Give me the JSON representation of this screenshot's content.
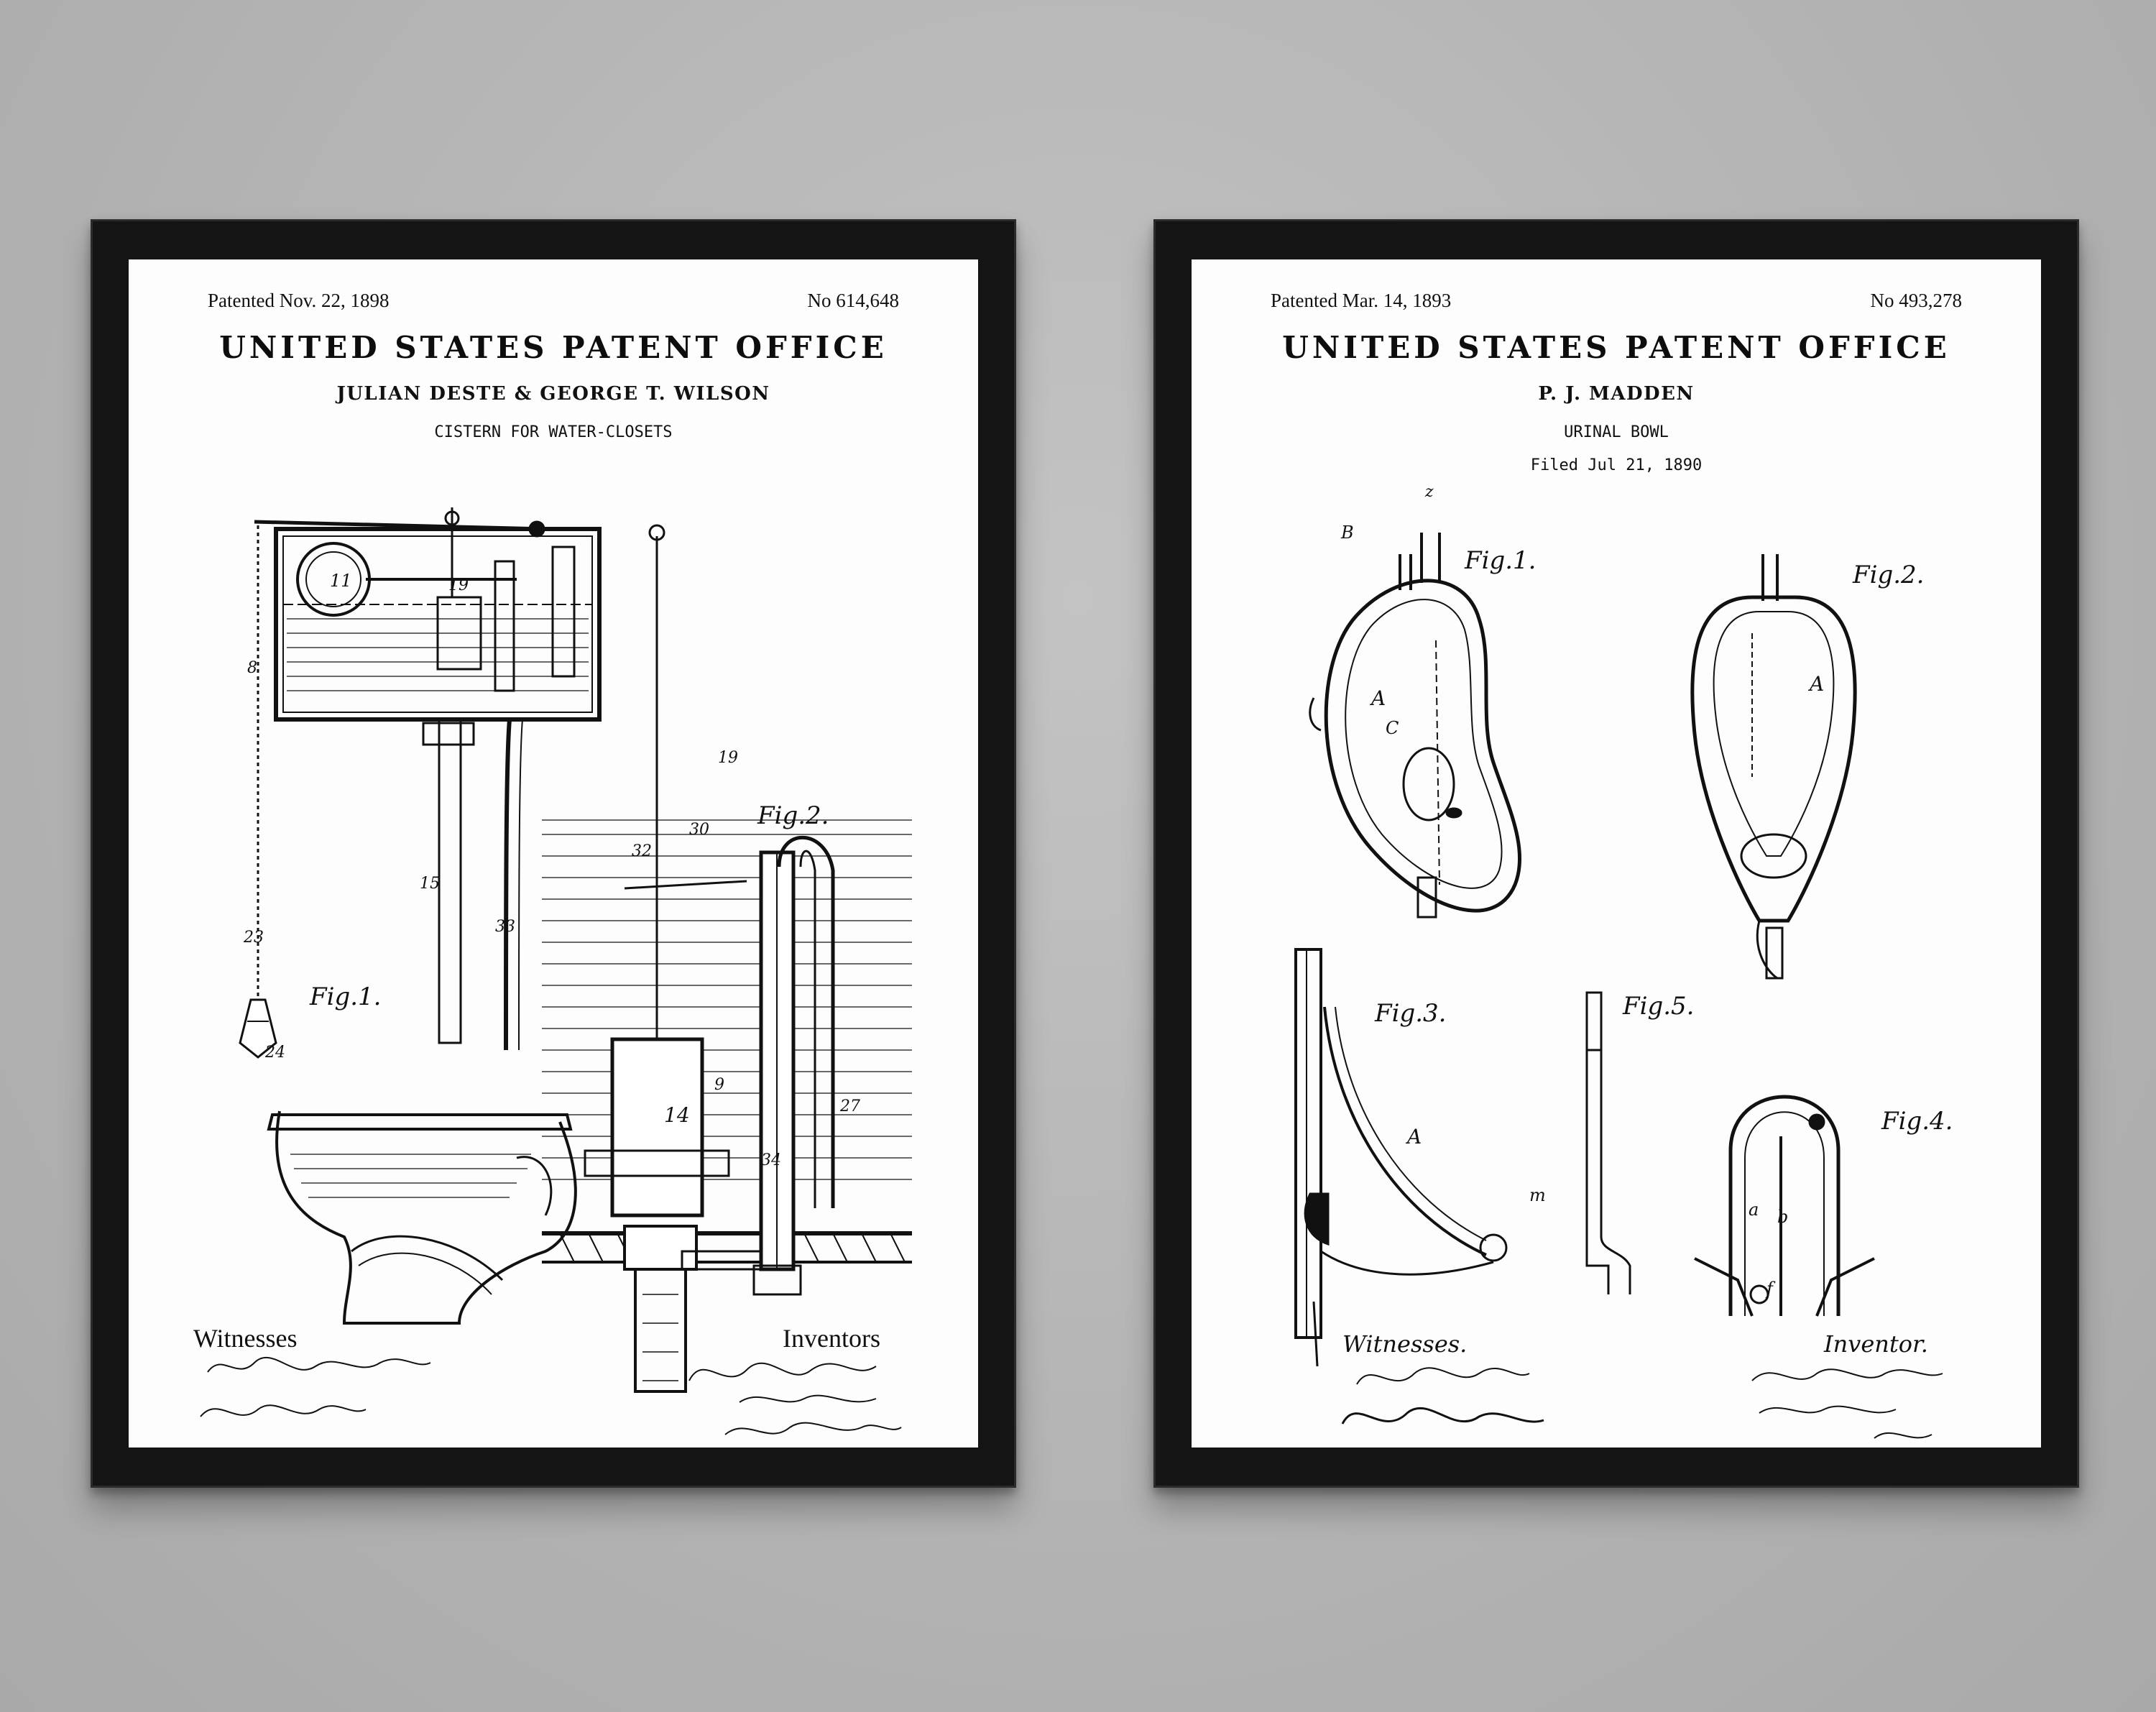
{
  "left_poster": {
    "patented": "Patented Nov. 22, 1898",
    "number": "No 614,648",
    "office": "UNITED STATES PATENT OFFICE",
    "inventors": "JULIAN DESTE & GEORGE T. WILSON",
    "subject": "CISTERN FOR WATER-CLOSETS",
    "fig1": "Fig.1.",
    "fig2": "Fig.2.",
    "witnesses_label": "Witnesses",
    "inventors_label": "Inventors"
  },
  "right_poster": {
    "patented": "Patented Mar. 14, 1893",
    "number": "No 493,278",
    "office": "UNITED STATES PATENT OFFICE",
    "inventor": "P. J. MADDEN",
    "subject": "URINAL BOWL",
    "filed": "Filed Jul 21, 1890",
    "fig1": "Fig.1.",
    "fig2": "Fig.2.",
    "fig3": "Fig.3.",
    "fig4": "Fig.4.",
    "fig5": "Fig.5.",
    "witnesses_label": "Witnesses.",
    "inventor_label": "Inventor."
  },
  "colors": {
    "wall": "#b4b4b4",
    "frame": "#141414",
    "paper": "#fdfdfd",
    "ink": "#111111"
  }
}
